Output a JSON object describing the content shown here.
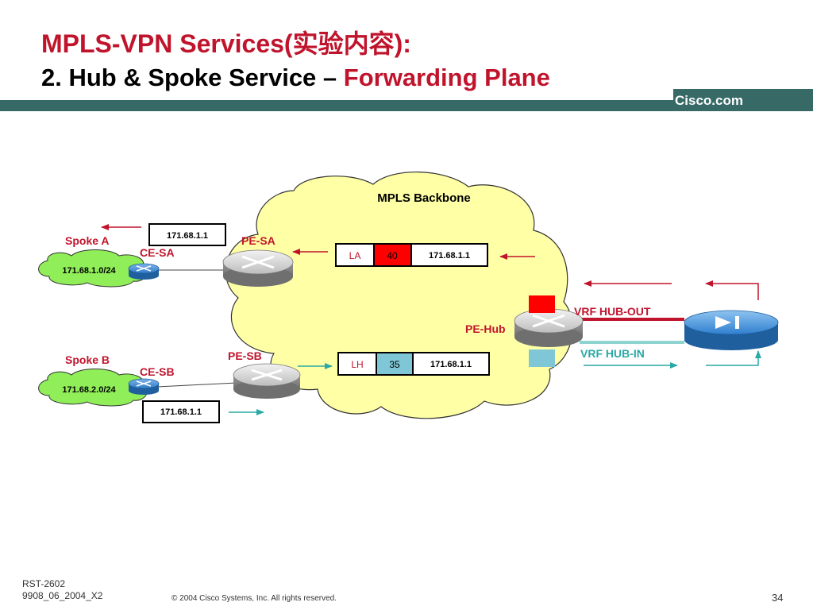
{
  "slide": {
    "title_line1": "MPLS-VPN Services(实验内容):",
    "title_line2_prefix": "2. Hub & Spoke Service – ",
    "title_line2_highlight": "Forwarding Plane",
    "brand": "Cisco.com"
  },
  "diagram": {
    "backbone_label": "MPLS Backbone",
    "spoke_a": {
      "label": "Spoke A",
      "ce": "CE-SA",
      "prefix": "171.68.1.0/24",
      "packet": "171.68.1.1"
    },
    "spoke_b": {
      "label": "Spoke B",
      "ce": "CE-SB",
      "prefix": "171.68.2.0/24",
      "packet": "171.68.1.1"
    },
    "pe_sa": "PE-SA",
    "pe_sb": "PE-SB",
    "pe_hub": "PE-Hub",
    "vrf_out": "VRF HUB-OUT",
    "vrf_in": "VRF HUB-IN",
    "labeled_packet_top": {
      "outer": "LA",
      "vpn": "40",
      "ip": "171.68.1.1"
    },
    "labeled_packet_bottom": {
      "outer": "LH",
      "vpn": "35",
      "ip": "171.68.1.1"
    }
  },
  "colors": {
    "red": "#c0142c",
    "teal": "#2aa9a4",
    "cloud_yellow": "#ffffa6",
    "spoke_green": "#90ee58",
    "band": "#376a67"
  },
  "footer": {
    "code1": "RST-2602",
    "code2": "9908_06_2004_X2",
    "copyright": "© 2004 Cisco Systems, Inc. All rights reserved.",
    "page": "34"
  }
}
